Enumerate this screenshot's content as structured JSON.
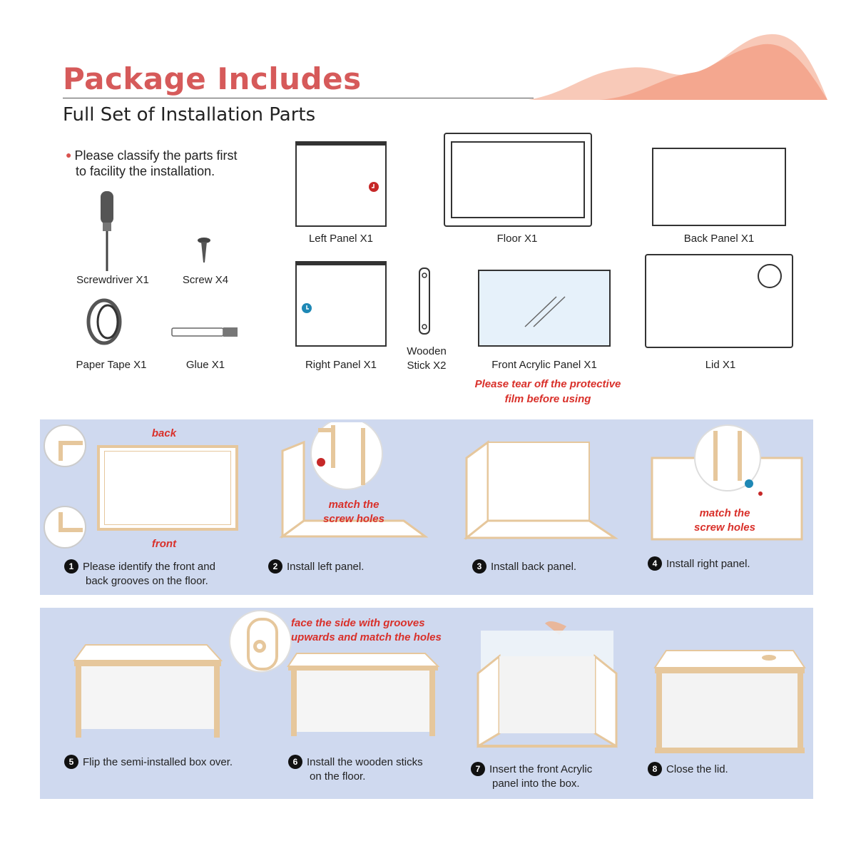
{
  "header": {
    "title": "Package Includes",
    "subtitle": "Full Set of Installation Parts"
  },
  "note": {
    "line1": "Please classify the parts first",
    "line2": "to facility the installation."
  },
  "parts": {
    "screwdriver": "Screwdriver X1",
    "screw": "Screw X4",
    "paper_tape": "Paper Tape X1",
    "glue": "Glue X1",
    "left_panel": "Left Panel X1",
    "floor": "Floor X1",
    "back_panel": "Back Panel X1",
    "right_panel": "Right Panel X1",
    "wooden_stick_1": "Wooden",
    "wooden_stick_2": "Stick X2",
    "front_acrylic": "Front Acrylic Panel X1",
    "lid": "Lid X1",
    "warning_1": "Please tear off the protective",
    "warning_2": "film before using"
  },
  "steps_row1": {
    "back_label": "back",
    "front_label": "front",
    "match_2_l1": "match the",
    "match_2_l2": "screw holes",
    "match_4_l1": "match the",
    "match_4_l2": "screw holes",
    "s1_num": "1",
    "s1_l1": "Please identify the front and",
    "s1_l2": "back grooves on the floor.",
    "s2_num": "2",
    "s2": "Install left panel.",
    "s3_num": "3",
    "s3": "Install back panel.",
    "s4_num": "4",
    "s4": "Install right panel."
  },
  "steps_row2": {
    "face_l1": "face the side with grooves",
    "face_l2": "upwards and match the holes",
    "s5_num": "5",
    "s5": "Flip the semi-installed box over.",
    "s6_num": "6",
    "s6_l1": "Install the wooden sticks",
    "s6_l2": "on the floor.",
    "s7_num": "7",
    "s7_l1": "Insert the front Acrylic",
    "s7_l2": "panel into the box.",
    "s8_num": "8",
    "s8": "Close the lid."
  },
  "colors": {
    "title": "#d65a5a",
    "warning": "#d9302a",
    "band": "#cfd9ef",
    "wave": "#f4a78f"
  }
}
